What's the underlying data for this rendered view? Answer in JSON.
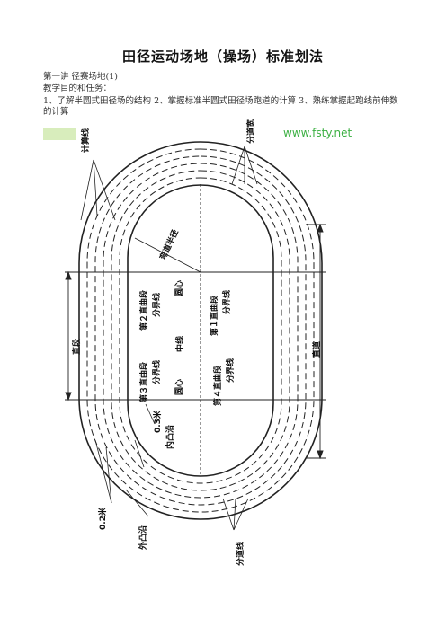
{
  "document": {
    "title": "田径运动场地（操场）标准划法",
    "line1": "第一讲  径赛场地(1)",
    "line2": "教学目的和任务：",
    "line3": "1、了解半圆式田径场的结构 2、掌握标准半圆式田径场跑道的计算 3、熟练掌握起跑线前伸数的计算"
  },
  "figure": {
    "watermark": "www.fsty.net",
    "watermark_color": "#3cb043",
    "labels": {
      "jisuanxian": "计算线",
      "fendaokuan": "分道宽",
      "wandaobanjing": "弯道半径",
      "quxin": "圆心",
      "zhongxian": "中线",
      "zhidao": "直道",
      "zhiduan": "直段",
      "bend2": "第２直曲段",
      "bend1": "第１直曲段",
      "bend3": "第３直曲段",
      "bend4": "第４直曲段",
      "fenjiexian": "分界线",
      "m03": "0.3米",
      "m02": "0.2米",
      "neitubian": "内凸沿",
      "waitubian": "外凸沿",
      "fendaoxian": "分道线"
    }
  }
}
